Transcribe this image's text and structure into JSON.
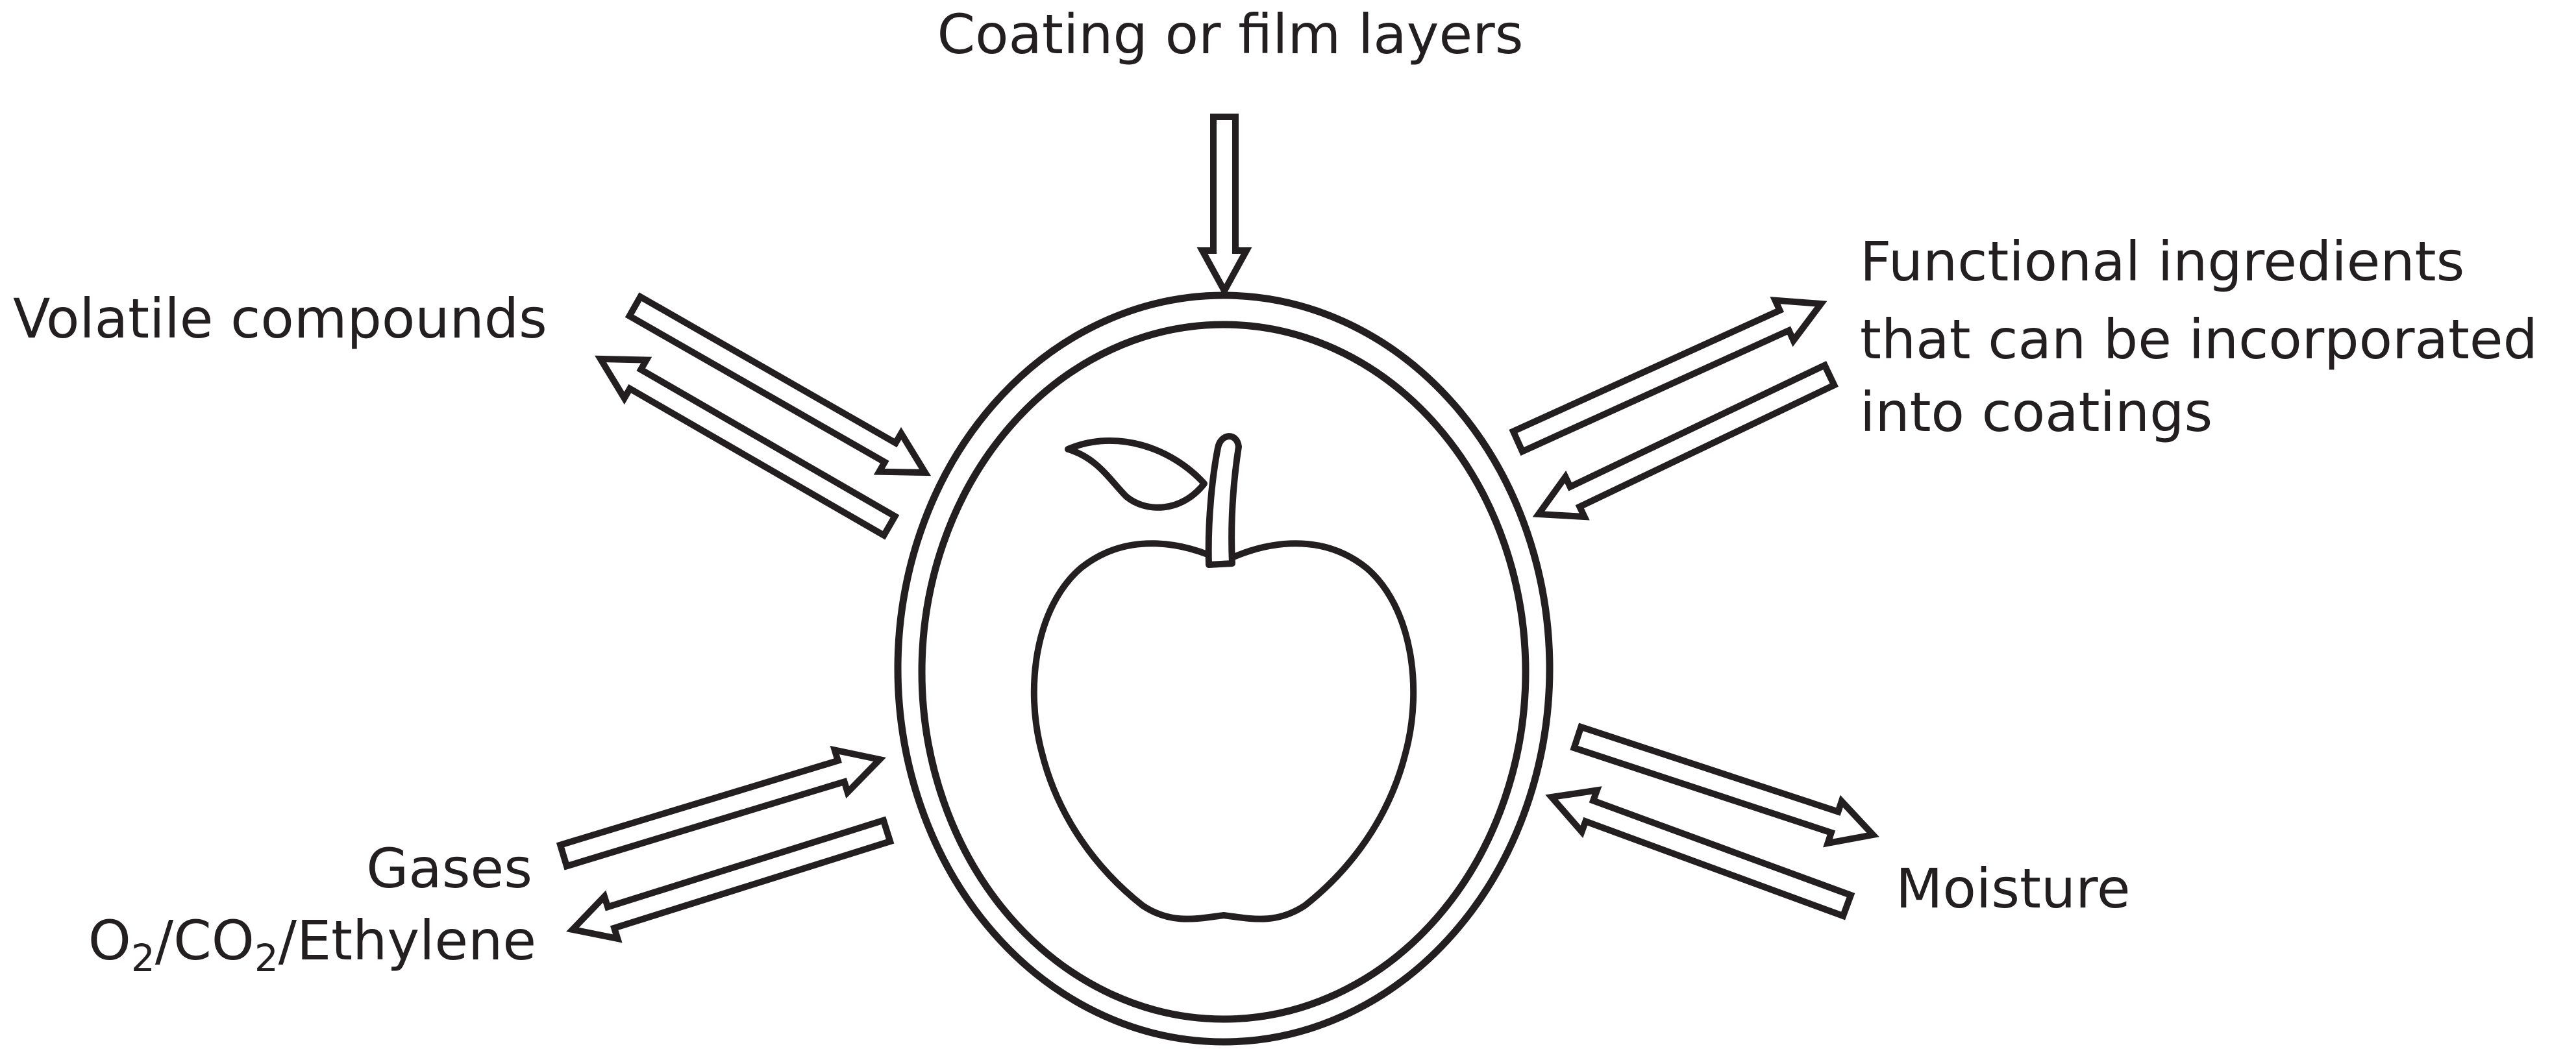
{
  "labels": {
    "top": "Coating or film layers",
    "volatile": "Volatile compounds",
    "functional": [
      "Functional ingredients",
      "that can be incorporated",
      "into coatings"
    ],
    "gases_line1": "Gases",
    "gases_line2": {
      "o": "O",
      "sub1": "2",
      "mid": "/CO",
      "sub2": "2",
      "end": "/Ethylene"
    },
    "moisture": "Moisture"
  },
  "colors": {
    "ink": "#231f20",
    "background": "#ffffff"
  }
}
